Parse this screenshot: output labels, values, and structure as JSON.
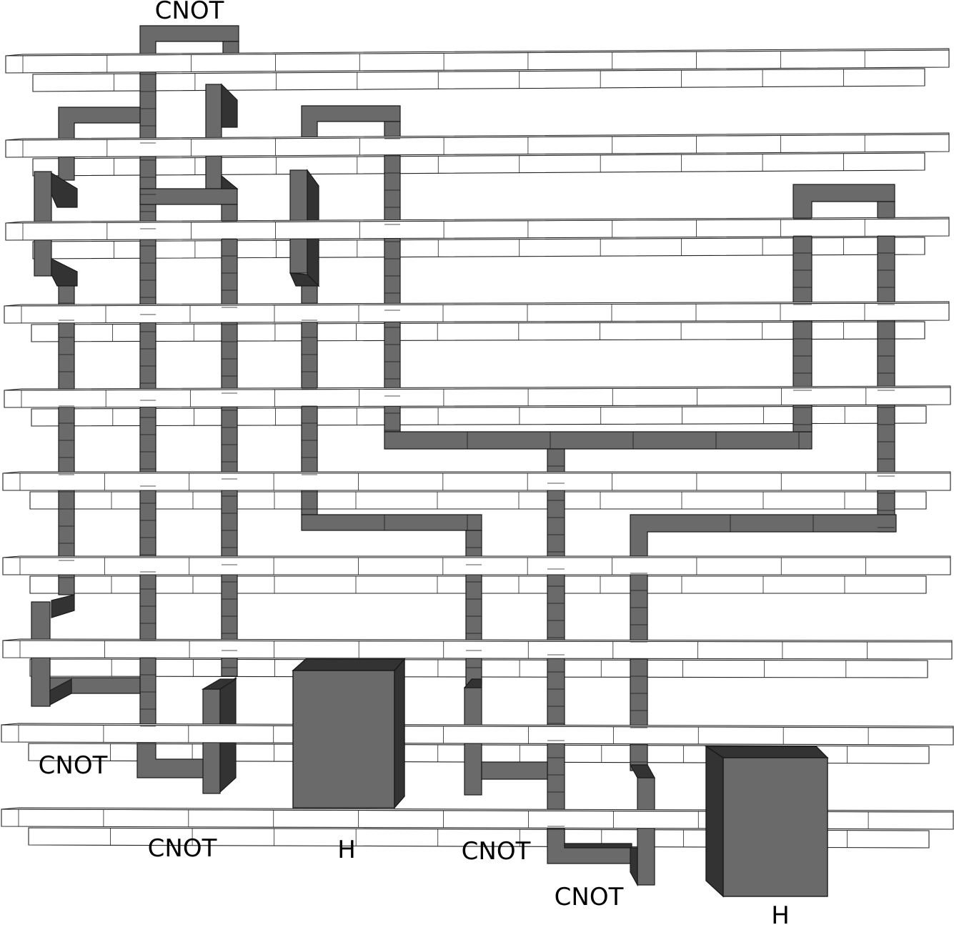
{
  "diagram": {
    "gates": [
      {
        "id": "gate-cnot-1",
        "label": "CNOT"
      },
      {
        "id": "gate-cnot-2",
        "label": "CNOT"
      },
      {
        "id": "gate-cnot-3",
        "label": "CNOT"
      },
      {
        "id": "gate-h-1",
        "label": "H"
      },
      {
        "id": "gate-cnot-4",
        "label": "CNOT"
      },
      {
        "id": "gate-cnot-5",
        "label": "CNOT"
      },
      {
        "id": "gate-h-2",
        "label": "H"
      }
    ]
  }
}
